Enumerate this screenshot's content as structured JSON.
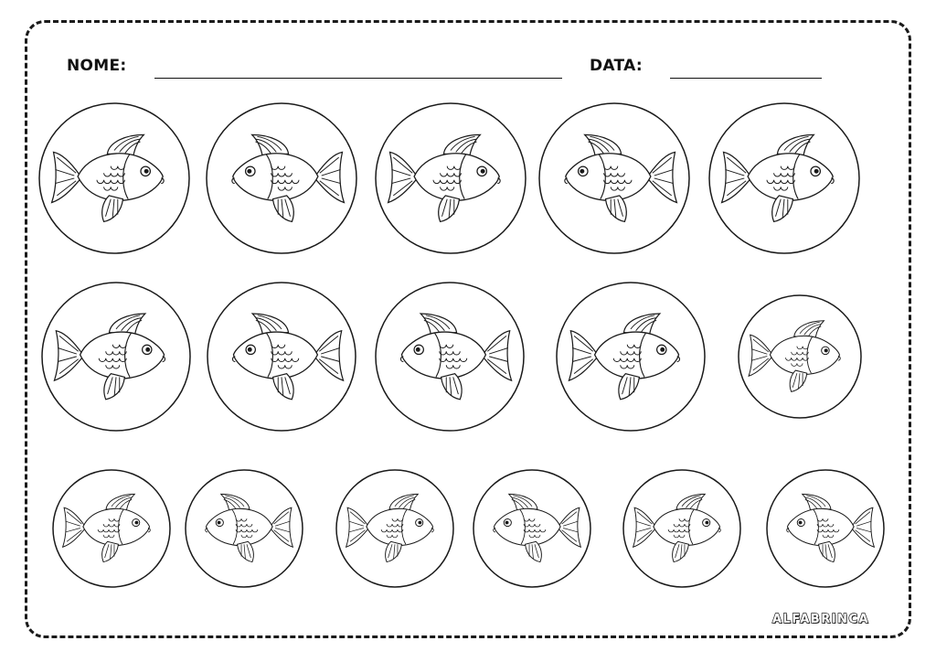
{
  "worksheet": {
    "name_label": "NOME:",
    "date_label": "DATA:",
    "brand": "ALFABRINCA"
  },
  "fish_badges": {
    "count": 16,
    "icon": "fish-icon",
    "rows": [
      [
        "right",
        "left",
        "right",
        "left",
        "right"
      ],
      [
        "right",
        "left",
        "left",
        "right",
        "right"
      ],
      [
        "right",
        "left",
        "right",
        "left",
        "right",
        "left"
      ]
    ]
  }
}
